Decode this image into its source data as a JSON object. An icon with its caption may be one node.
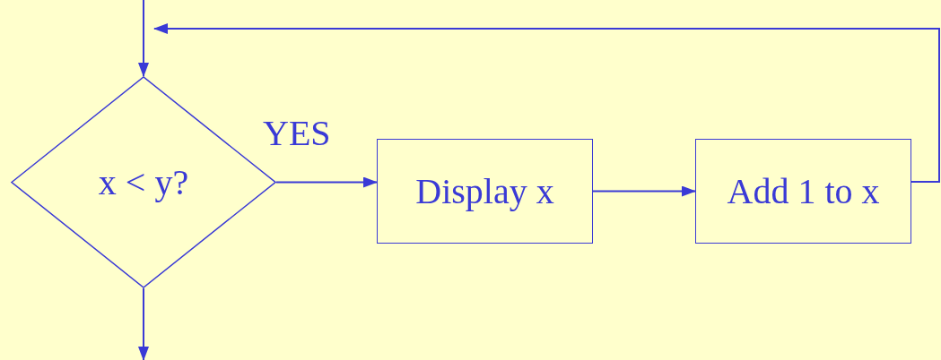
{
  "diagram": {
    "nodes": [
      {
        "text": [
          "x < y?"
        ]
      },
      {
        "text": [
          "Display x"
        ]
      },
      {
        "text": [
          "Add 1 to x"
        ]
      }
    ],
    "edges": [
      {
        "from": null,
        "to": 0,
        "arrow": "to"
      },
      {
        "from": 0,
        "to": 1,
        "arrow": "to",
        "label": "YES"
      },
      {
        "from": 1,
        "to": 2,
        "arrow": "to"
      },
      {
        "from": 2,
        "to": 0,
        "arrow": "to"
      },
      {
        "from": 0,
        "to": null,
        "arrow": "to"
      }
    ]
  }
}
